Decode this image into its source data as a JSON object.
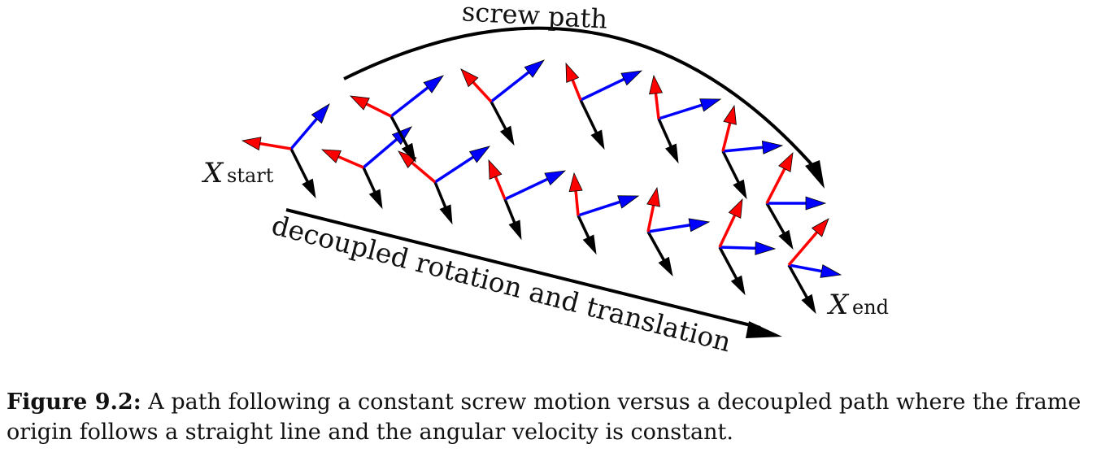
{
  "figure": {
    "screw_label": "screw path",
    "decoupled_label": "decoupled rotation and translation",
    "start_label_main": "X",
    "start_label_sub": "start",
    "end_label_main": "X",
    "end_label_sub": "end",
    "colors": {
      "x_axis": "#ff0000",
      "y_axis": "#0000ff",
      "z_axis": "#000000"
    }
  },
  "caption": {
    "label": "Figure 9.2:",
    "text": "A path following a constant screw motion versus a decoupled path where the frame origin follows a straight line and the angular velocity is constant."
  }
}
